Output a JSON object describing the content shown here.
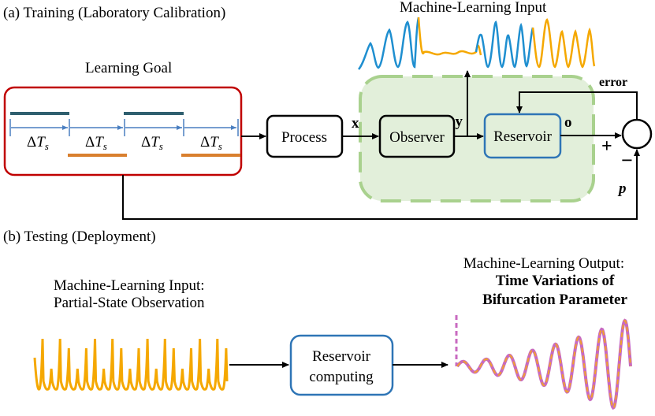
{
  "training": {
    "caption": "(a) Training (Laboratory Calibration)",
    "learning_goal": {
      "title": "Learning Goal",
      "intervals": [
        {
          "delta": "Δ",
          "symbol": "T",
          "sub": "s"
        },
        {
          "delta": "Δ",
          "symbol": "T",
          "sub": "s"
        },
        {
          "delta": "Δ",
          "symbol": "T",
          "sub": "s"
        },
        {
          "delta": "Δ",
          "symbol": "T",
          "sub": "s"
        }
      ]
    },
    "ml_input_title": "Machine-Learning Input",
    "process_label": "Process",
    "observer_label": "Observer",
    "reservoir_label": "Reservoir",
    "signal_x": "x",
    "signal_y": "y",
    "signal_o": "o",
    "error_label": "error",
    "plus_sign": "+",
    "minus_sign": "−",
    "param_p": "p"
  },
  "testing": {
    "caption": "(b) Testing (Deployment)",
    "input_title_line1": "Machine-Learning Input:",
    "input_title_line2": "Partial-State Observation",
    "reservoir_line1": "Reservoir",
    "reservoir_line2": "computing",
    "output_title_line1": "Machine-Learning Output:",
    "output_title_line2": "Time Variations of",
    "output_title_line3": "Bifurcation Parameter"
  },
  "colors": {
    "blue_signal": "#1f8fd0",
    "orange_signal": "#f5a800",
    "goal_blue_bar": "#2f5f6f",
    "goal_orange_bar": "#d97f2e",
    "interval_arrow": "#4a7fc1",
    "red_box": "#c00000",
    "green_fill": "#e2efda",
    "green_border": "#a9d18e",
    "reservoir_border": "#2e75b6",
    "output_pink": "#c86ac0",
    "output_orange": "#f0a030"
  }
}
